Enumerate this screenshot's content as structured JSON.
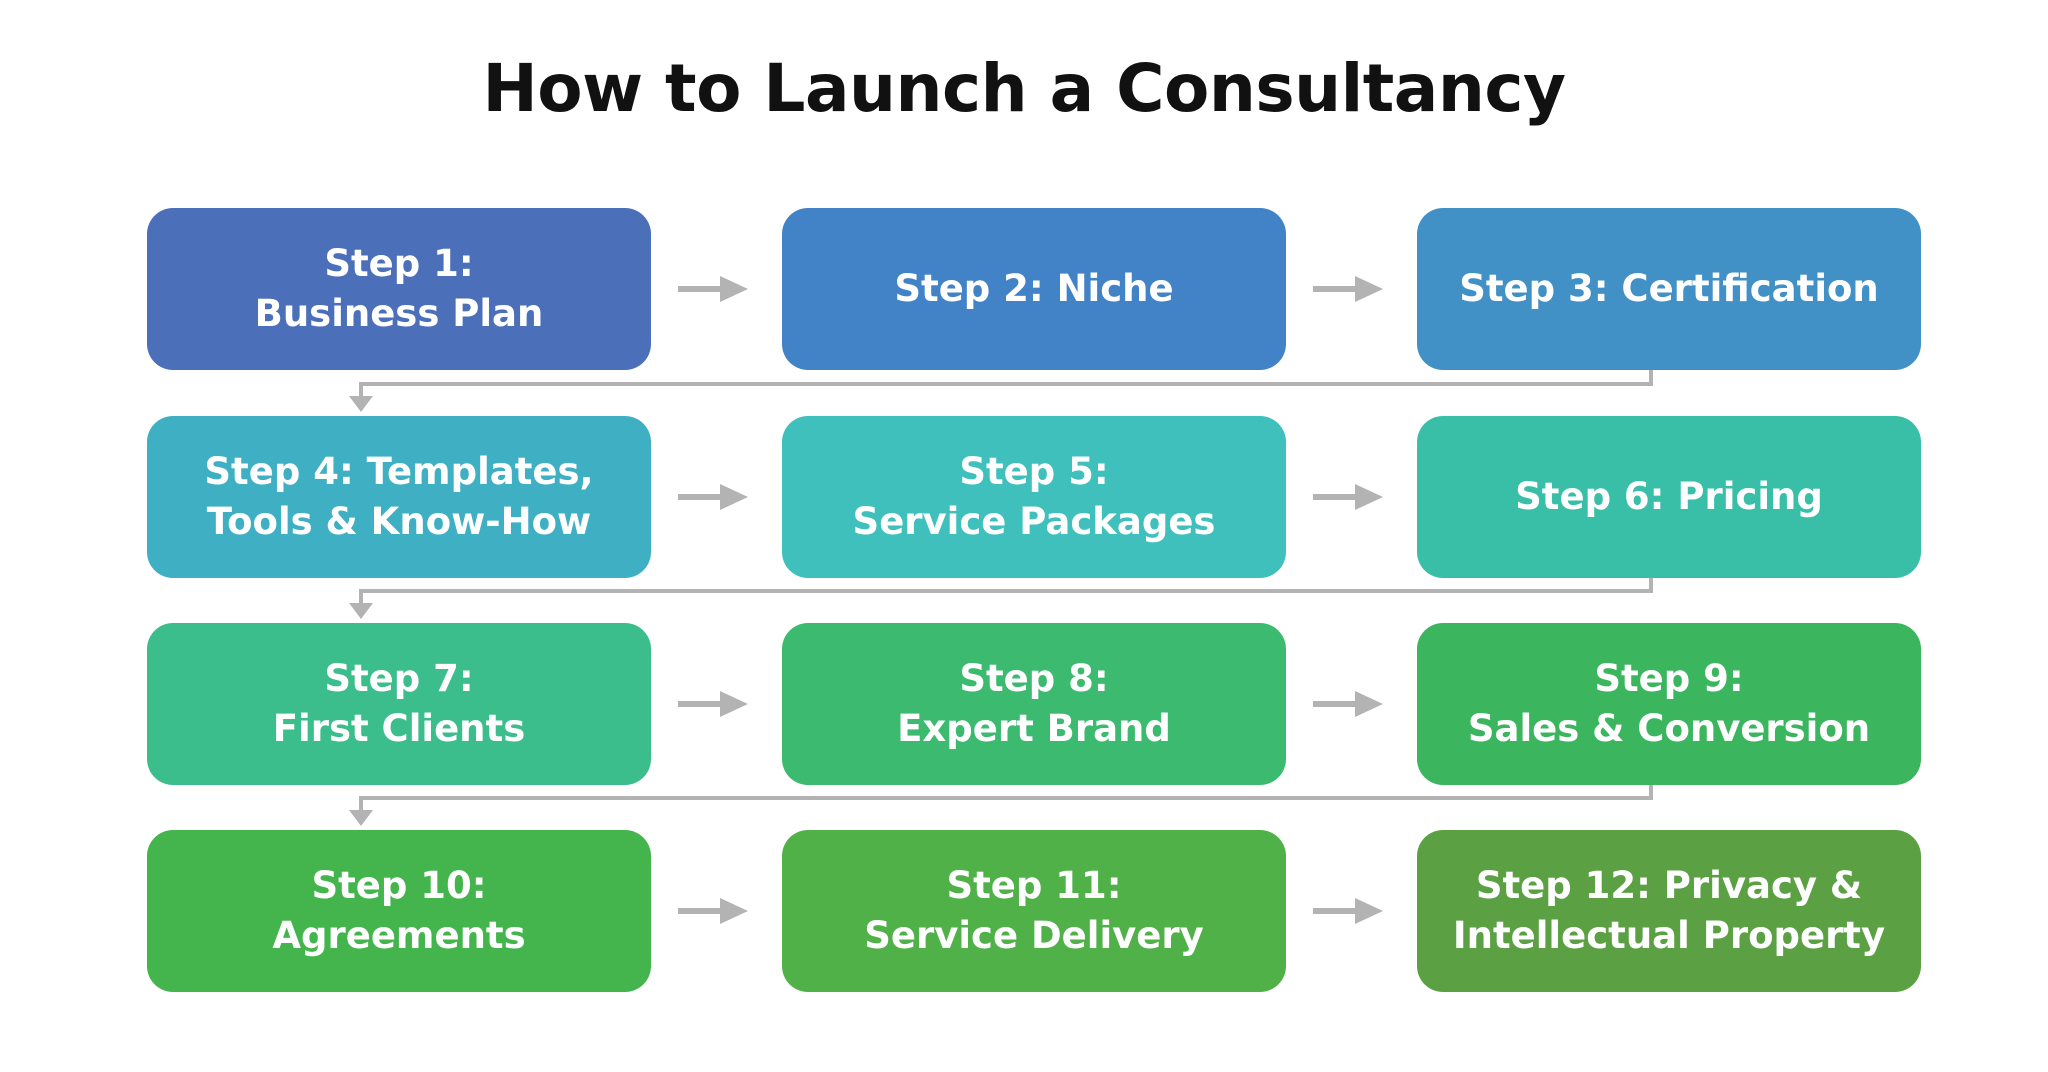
{
  "title": "How to Launch a Consultancy",
  "steps": [
    {
      "lines": [
        "Step 1:",
        "Business Plan"
      ],
      "color": "#4b6fb8"
    },
    {
      "lines": [
        "Step 2: Niche"
      ],
      "color": "#4283c8"
    },
    {
      "lines": [
        "Step 3: Certification"
      ],
      "color": "#4190c6"
    },
    {
      "lines": [
        "Step 4: Templates,",
        "Tools & Know-How"
      ],
      "color": "#3fb0c4"
    },
    {
      "lines": [
        "Step 5:",
        "Service Packages"
      ],
      "color": "#3fc0bc"
    },
    {
      "lines": [
        "Step 6: Pricing"
      ],
      "color": "#39bfa8"
    },
    {
      "lines": [
        "Step 7:",
        "First Clients"
      ],
      "color": "#3bbd8c"
    },
    {
      "lines": [
        "Step 8:",
        "Expert Brand"
      ],
      "color": "#3cba70"
    },
    {
      "lines": [
        "Step 9:",
        "Sales & Conversion"
      ],
      "color": "#3cb55f"
    },
    {
      "lines": [
        "Step 10:",
        "Agreements"
      ],
      "color": "#44b54c"
    },
    {
      "lines": [
        "Step 11:",
        "Service Delivery"
      ],
      "color": "#51b149"
    },
    {
      "lines": [
        "Step 12: Privacy &",
        "Intellectual Property"
      ],
      "color": "#5ba043"
    }
  ],
  "connector_color": "#b3b3b3"
}
